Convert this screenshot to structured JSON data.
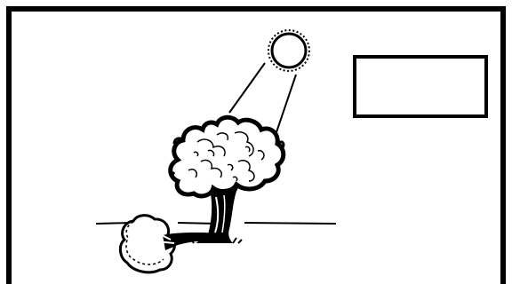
{
  "diagram": {
    "label_box_text": "",
    "colors": {
      "ink": "#000000",
      "paper": "#ffffff"
    },
    "elements": [
      "frame",
      "sun-icon",
      "sun-ray-left",
      "sun-ray-right",
      "tree-icon",
      "tree-shadow",
      "ground-line",
      "label-box"
    ]
  }
}
